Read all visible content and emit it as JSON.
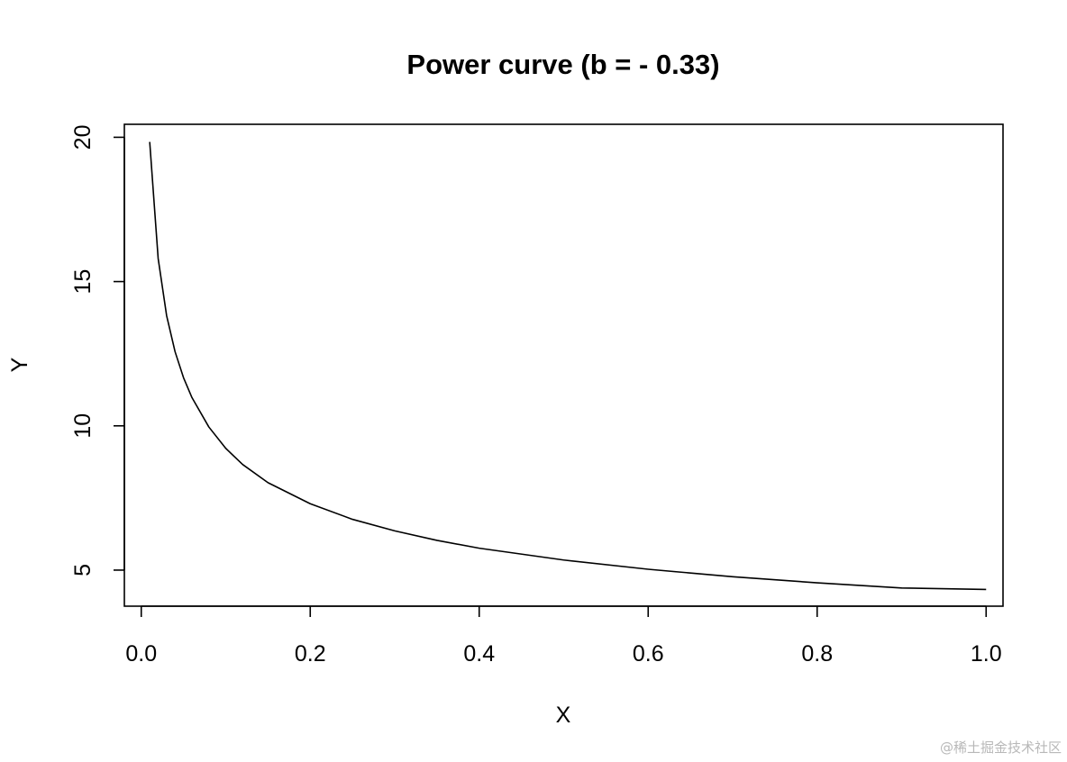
{
  "chart_data": {
    "type": "line",
    "title": "Power curve (b = - 0.33)",
    "xlabel": "X",
    "ylabel": "Y",
    "xlim": [
      -0.02,
      1.02
    ],
    "ylim": [
      3.75,
      20.45
    ],
    "x_ticks": [
      {
        "value": 0.0,
        "label": "0.0"
      },
      {
        "value": 0.2,
        "label": "0.2"
      },
      {
        "value": 0.4,
        "label": "0.4"
      },
      {
        "value": 0.6,
        "label": "0.6"
      },
      {
        "value": 0.8,
        "label": "0.8"
      },
      {
        "value": 1.0,
        "label": "1.0"
      }
    ],
    "y_ticks": [
      {
        "value": 5,
        "label": "5"
      },
      {
        "value": 10,
        "label": "10"
      },
      {
        "value": 15,
        "label": "15"
      },
      {
        "value": 20,
        "label": "20"
      }
    ],
    "series": [
      {
        "color": "#000000",
        "x": [
          0.01,
          0.02,
          0.03,
          0.04,
          0.05,
          0.06,
          0.08,
          0.1,
          0.12,
          0.15,
          0.2,
          0.25,
          0.3,
          0.35,
          0.4,
          0.5,
          0.6,
          0.7,
          0.8,
          0.9,
          1.0
        ],
        "y": [
          19.84,
          15.8,
          13.82,
          12.57,
          11.67,
          10.98,
          9.96,
          9.22,
          8.66,
          8.03,
          7.3,
          6.76,
          6.36,
          6.03,
          5.76,
          5.35,
          5.03,
          4.77,
          4.56,
          4.38,
          4.33
        ]
      }
    ],
    "grid": false,
    "legend": "none"
  },
  "watermark": "@稀土掘金技术社区"
}
